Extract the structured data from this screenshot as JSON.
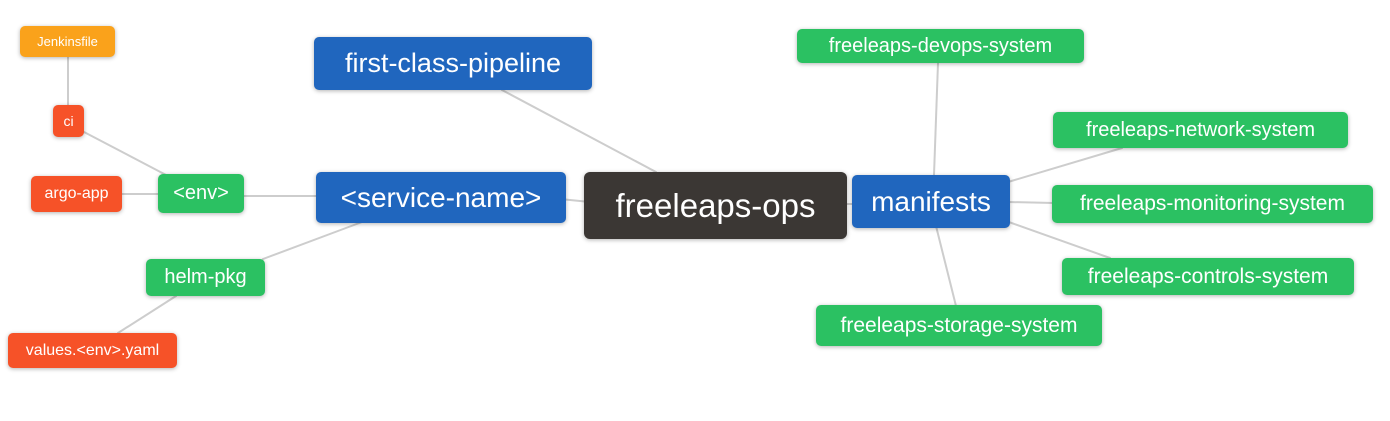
{
  "palette": {
    "root": "#3b3734",
    "blue": "#2066be",
    "green": "#2bc162",
    "red": "#f65228",
    "orange": "#faa21b",
    "edge": "#cdcdcd",
    "text": "#ffffff",
    "background": "#ffffff"
  },
  "nodes": {
    "freeleaps_ops": {
      "label": "freeleaps-ops",
      "level": 0,
      "color": "#3b3734"
    },
    "first_class_pipeline": {
      "label": "first-class-pipeline",
      "level": 1,
      "color": "#2066be"
    },
    "service_name": {
      "label": "<service-name>",
      "level": 1,
      "color": "#2066be"
    },
    "manifests": {
      "label": "manifests",
      "level": 1,
      "color": "#2066be"
    },
    "env": {
      "label": "<env>",
      "level": 2,
      "color": "#2bc162"
    },
    "helm_pkg": {
      "label": "helm-pkg",
      "level": 2,
      "color": "#2bc162"
    },
    "ci": {
      "label": "ci",
      "level": 3,
      "color": "#f65228"
    },
    "argo_app": {
      "label": "argo-app",
      "level": 3,
      "color": "#f65228"
    },
    "values_env_yaml": {
      "label": "values.<env>.yaml",
      "level": 3,
      "color": "#f65228"
    },
    "jenkinsfile": {
      "label": "Jenkinsfile",
      "level": 4,
      "color": "#faa21b"
    },
    "devops_system": {
      "label": "freeleaps-devops-system",
      "level": 2,
      "color": "#2bc162"
    },
    "network_system": {
      "label": "freeleaps-network-system",
      "level": 2,
      "color": "#2bc162"
    },
    "monitoring_system": {
      "label": "freeleaps-monitoring-system",
      "level": 2,
      "color": "#2bc162"
    },
    "controls_system": {
      "label": "freeleaps-controls-system",
      "level": 2,
      "color": "#2bc162"
    },
    "storage_system": {
      "label": "freeleaps-storage-system",
      "level": 2,
      "color": "#2bc162"
    }
  },
  "edges": [
    [
      "freeleaps_ops",
      "first_class_pipeline"
    ],
    [
      "freeleaps_ops",
      "service_name"
    ],
    [
      "freeleaps_ops",
      "manifests"
    ],
    [
      "service_name",
      "env"
    ],
    [
      "service_name",
      "helm_pkg"
    ],
    [
      "env",
      "ci"
    ],
    [
      "env",
      "argo_app"
    ],
    [
      "ci",
      "jenkinsfile"
    ],
    [
      "helm_pkg",
      "values_env_yaml"
    ],
    [
      "manifests",
      "devops_system"
    ],
    [
      "manifests",
      "network_system"
    ],
    [
      "manifests",
      "monitoring_system"
    ],
    [
      "manifests",
      "controls_system"
    ],
    [
      "manifests",
      "storage_system"
    ]
  ]
}
